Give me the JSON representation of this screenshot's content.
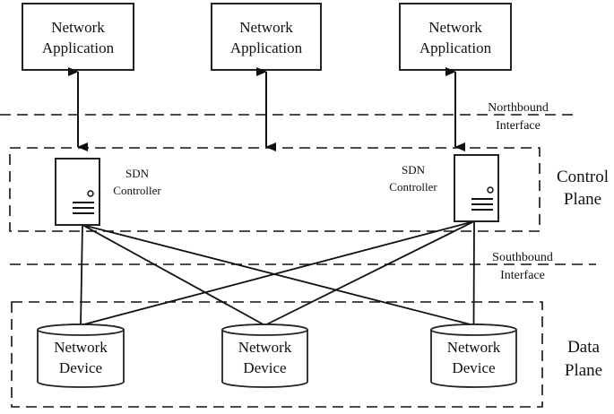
{
  "diagram": {
    "applications": [
      {
        "line1": "Network",
        "line2": "Application"
      },
      {
        "line1": "Network",
        "line2": "Application"
      },
      {
        "line1": "Network",
        "line2": "Application"
      }
    ],
    "northbound": {
      "line1": "Northbound",
      "line2": "Interface"
    },
    "southbound": {
      "line1": "Southbound",
      "line2": "Interface"
    },
    "controllers": [
      {
        "line1": "SDN",
        "line2": "Controller"
      },
      {
        "line1": "SDN",
        "line2": "Controller"
      }
    ],
    "control_plane": {
      "line1": "Control",
      "line2": "Plane"
    },
    "data_plane": {
      "line1": "Data",
      "line2": "Plane"
    },
    "devices": [
      {
        "line1": "Network",
        "line2": "Device"
      },
      {
        "line1": "Network",
        "line2": "Device"
      },
      {
        "line1": "Network",
        "line2": "Device"
      }
    ],
    "connections": [
      {
        "from": "controller-0",
        "to": "device-0"
      },
      {
        "from": "controller-0",
        "to": "device-1"
      },
      {
        "from": "controller-0",
        "to": "device-2"
      },
      {
        "from": "controller-1",
        "to": "device-0"
      },
      {
        "from": "controller-1",
        "to": "device-1"
      },
      {
        "from": "controller-1",
        "to": "device-2"
      }
    ]
  }
}
